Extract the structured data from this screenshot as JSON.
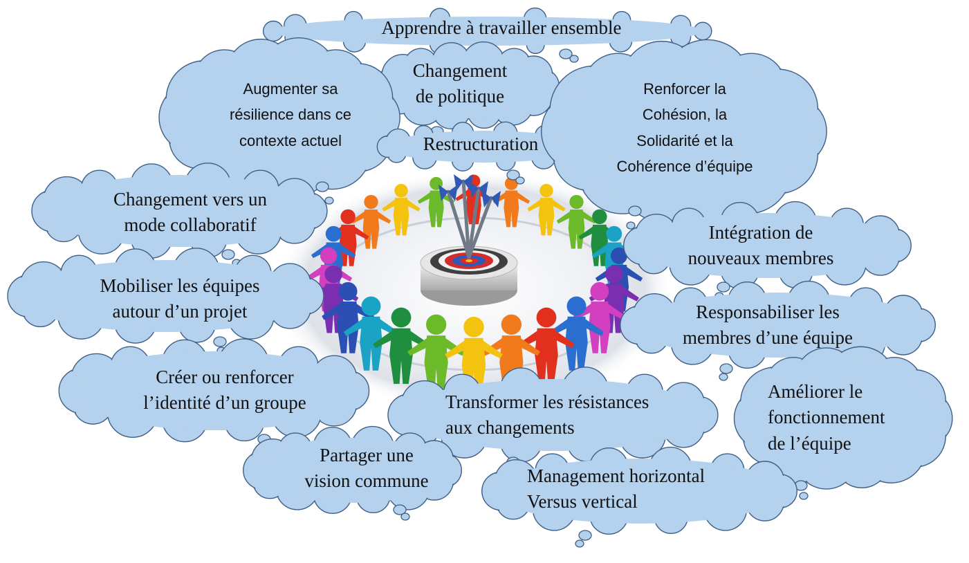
{
  "colors": {
    "cloud_fill": "#b4d1ed",
    "cloud_stroke": "#3f5f86",
    "text": "#111111",
    "target_red": "#d42c2c",
    "target_blue": "#2f59b5",
    "target_yellow": "#f3c21a",
    "people_palette": [
      "#e1301e",
      "#f07a1c",
      "#f3c30f",
      "#6cba2a",
      "#1f8f3f",
      "#1aa3c4",
      "#2b4fb3",
      "#7a2fb0",
      "#d23fbf",
      "#2a6fd0"
    ]
  },
  "icons": {
    "center": "target-with-darts-icon",
    "figures": "person-icon"
  },
  "clouds": [
    {
      "id": "c1",
      "text": [
        "Apprendre à travailler ensemble"
      ]
    },
    {
      "id": "c2",
      "text": [
        "Changement",
        "de politique"
      ]
    },
    {
      "id": "c3",
      "text": [
        "Augmenter sa",
        "résilience dans ce",
        "contexte actuel"
      ]
    },
    {
      "id": "c4",
      "text": [
        "Restructuration"
      ]
    },
    {
      "id": "c5",
      "text": [
        "Renforcer la",
        "Cohésion, la",
        "Solidarité et la",
        "Cohérence d’équipe"
      ]
    },
    {
      "id": "c6",
      "text": [
        "Changement vers un",
        "mode collaboratif"
      ]
    },
    {
      "id": "c7",
      "text": [
        "Intégration de",
        "nouveaux membres"
      ]
    },
    {
      "id": "c8",
      "text": [
        "Mobiliser les équipes",
        "autour d’un projet"
      ]
    },
    {
      "id": "c9",
      "text": [
        "Responsabiliser les",
        "membres d’une équipe"
      ]
    },
    {
      "id": "c10",
      "text": [
        "Créer ou renforcer",
        "l’identité d’un groupe"
      ]
    },
    {
      "id": "c11",
      "text": [
        "Transformer les résistances",
        "aux changements"
      ]
    },
    {
      "id": "c12",
      "text": [
        "Améliorer le",
        "fonctionnement",
        "de l’équipe"
      ]
    },
    {
      "id": "c13",
      "text": [
        "Partager une",
        "vision commune"
      ]
    },
    {
      "id": "c14",
      "text": [
        "Management horizontal",
        "Versus vertical"
      ]
    }
  ]
}
